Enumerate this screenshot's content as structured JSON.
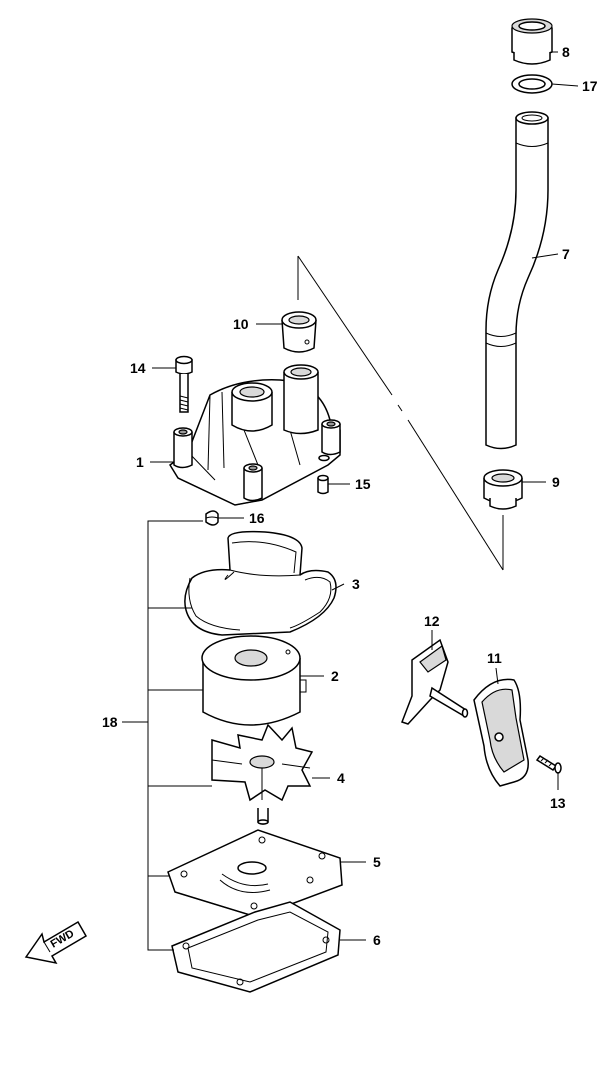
{
  "callouts": {
    "p1": "1",
    "p2": "2",
    "p3": "3",
    "p4": "4",
    "p5": "5",
    "p6": "6",
    "p7": "7",
    "p8": "8",
    "p9": "9",
    "p10": "10",
    "p11": "11",
    "p12": "12",
    "p13": "13",
    "p14": "14",
    "p15": "15",
    "p16": "16",
    "p17": "17",
    "p18": "18"
  },
  "fwd_label": "FWD",
  "icons": [
    "fwd-arrow-icon"
  ]
}
